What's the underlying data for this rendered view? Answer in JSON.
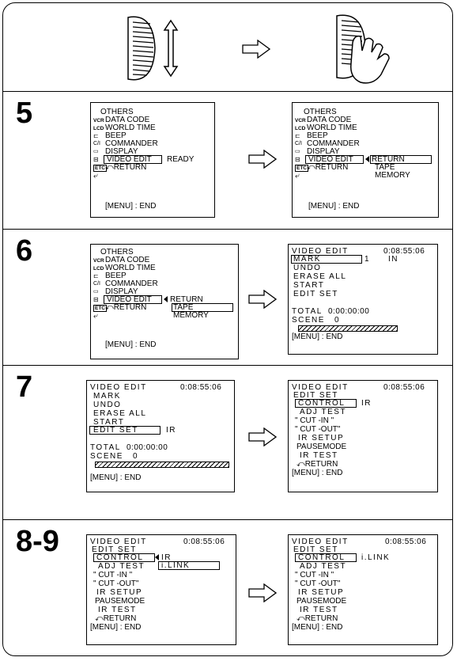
{
  "sections": {
    "step5": {
      "number": "5"
    },
    "step6": {
      "number": "6"
    },
    "step7": {
      "number": "7"
    },
    "step89": {
      "number": "8-9"
    }
  },
  "icons": {
    "vcr": "VCR",
    "lcd": "LCD",
    "etc": "ETC"
  },
  "menu": {
    "others": "OTHERS",
    "data_code": "DATA CODE",
    "world_time": "WORLD TIME",
    "beep": "BEEP",
    "commander": "COMMANDER",
    "display": "DISPLAY",
    "video_edit": "VIDEO EDIT",
    "return": "RETURN",
    "ready": "READY",
    "tape": "TAPE",
    "memory": "MEMORY",
    "menu_end": "[MENU] : END"
  },
  "edit": {
    "title": "VIDEO EDIT",
    "time": "0:08:55:06",
    "mark": "MARK",
    "mark_num": "1",
    "mark_in": "IN",
    "undo": "UNDO",
    "erase_all": "ERASE ALL",
    "start": "START",
    "edit_set": "EDIT SET",
    "ir": "IR",
    "total": "TOTAL",
    "total_time": "0:00:00:00",
    "scene": "SCENE",
    "scene_num": "0",
    "menu_end": "[MENU] : END",
    "control": "CONTROL",
    "adj_test": "ADJ TEST",
    "cut_in": "\" CUT -IN \"",
    "cut_out": "\" CUT -OUT\"",
    "ir_setup": "IR SETUP",
    "pausemode": "PAUSEMODE",
    "ir_test": "IR TEST",
    "return": "RETURN",
    "ilink": "i.LINK"
  }
}
